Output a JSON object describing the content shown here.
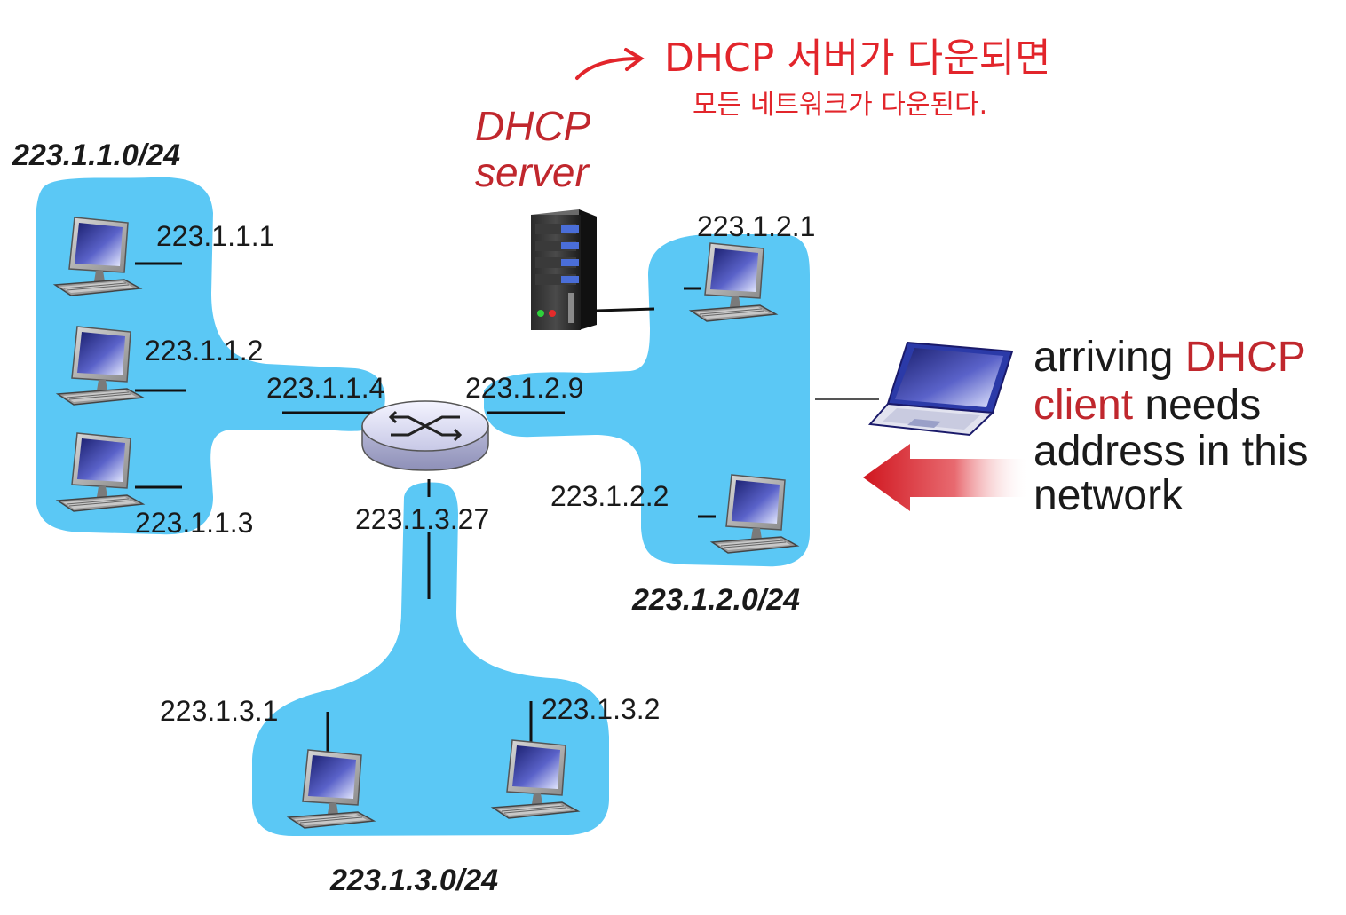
{
  "annotation": {
    "line1": "DHCP 서버가 다운되면",
    "line2": "모든 네트워크가 다운된다."
  },
  "server": {
    "label_line1": "DHCP",
    "label_line2": "server"
  },
  "subnets": {
    "left": "223.1.1.0/24",
    "right": "223.1.2.0/24",
    "bottom": "223.1.3.0/24"
  },
  "hosts": {
    "h111": "223.1.1.1",
    "h112": "223.1.1.2",
    "h113": "223.1.1.3",
    "h121": "223.1.2.1",
    "h122": "223.1.2.2",
    "h131": "223.1.3.1",
    "h132": "223.1.3.2"
  },
  "router": {
    "if_left": "223.1.1.4",
    "if_right": "223.1.2.9",
    "if_bottom": "223.1.3.27"
  },
  "client_note": {
    "w1": "arriving",
    "w2": "DHCP",
    "w3": "client",
    "w4": "needs",
    "line3": "address in this",
    "line4": "network"
  },
  "colors": {
    "network_blob": "#5bc8f5",
    "accent_red": "#c0272d",
    "annotation_red": "#e2252b"
  }
}
